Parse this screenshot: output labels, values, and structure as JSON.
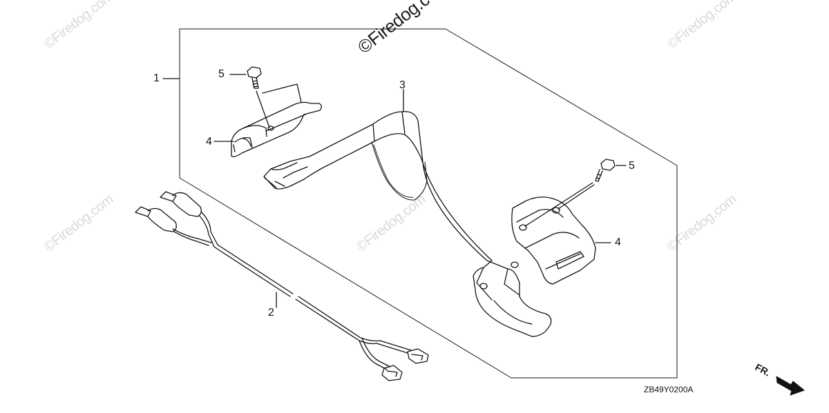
{
  "watermark": {
    "text": "©Firedog.com",
    "text_top": "©Firedog.c"
  },
  "callouts": {
    "c1": "1",
    "c2": "2",
    "c3": "3",
    "c4_left": "4",
    "c4_right": "4",
    "c5_left": "5",
    "c5_right": "5"
  },
  "diagram_code": "ZB49Y0200A",
  "direction_label": "FR."
}
